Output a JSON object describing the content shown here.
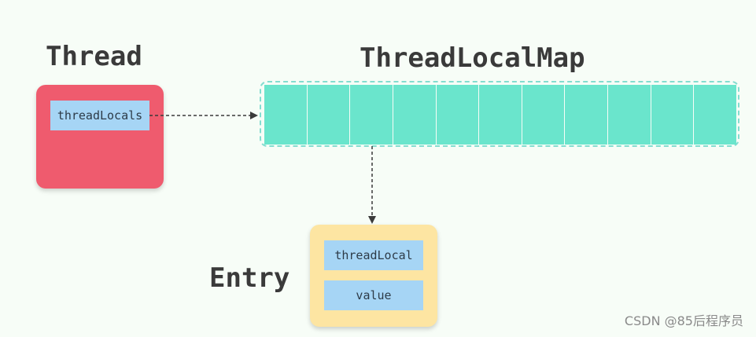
{
  "thread": {
    "title": "Thread",
    "field": "threadLocals"
  },
  "map": {
    "title": "ThreadLocalMap",
    "cell_count": 11
  },
  "entry": {
    "title": "Entry",
    "fields": [
      "threadLocal",
      "value"
    ]
  },
  "watermark": "CSDN @85后程序员",
  "colors": {
    "thread_box": "#ef5b6e",
    "field_bg": "#a6d5f5",
    "map_cell": "#6ae5cc",
    "map_border": "#84ddd0",
    "entry_box": "#fde5a2",
    "arrow": "#3a3a3a"
  }
}
